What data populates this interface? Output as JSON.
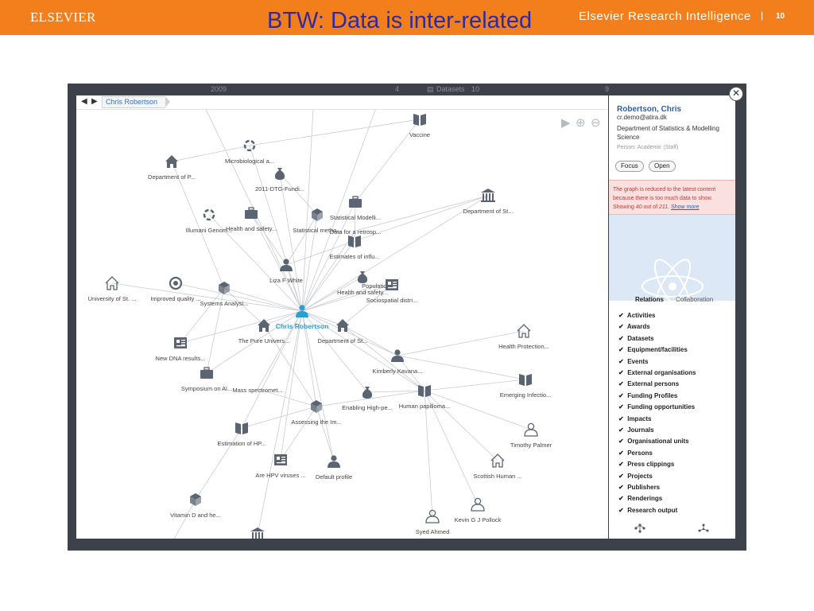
{
  "header": {
    "logo": "ELSEVIER",
    "title": "BTW: Data is inter-related",
    "brand": "Elsevier Research Intelligence",
    "separator": "|",
    "page_number": "10"
  },
  "strip": {
    "year": "2009",
    "count_a": "4",
    "datasets_label": "Datasets",
    "datasets_count": "10",
    "count_b": "9"
  },
  "graph": {
    "nav_back": "◀",
    "nav_forward": "▶",
    "breadcrumb": "Chris Robertson",
    "nodes": [
      {
        "label": "Vaccine",
        "icon": "book",
        "color": "#5a6472"
      },
      {
        "label": "Microbiological a...",
        "icon": "ring",
        "color": "#5a6472"
      },
      {
        "label": "Department of P...",
        "icon": "house",
        "color": "#5a6472"
      },
      {
        "label": "2011-DTG-Fundi...",
        "icon": "bag",
        "color": "#5a6472"
      },
      {
        "label": "Illumani Genom...",
        "icon": "ring",
        "color": "#5a6472"
      },
      {
        "label": "Health and safety...",
        "icon": "briefcase",
        "color": "#5a6472"
      },
      {
        "label": "Statistical metho...",
        "icon": "cube",
        "color": "#5a6472"
      },
      {
        "label": "Statistical Modelli...",
        "icon": "briefcase",
        "color": "#5a6472"
      },
      {
        "label": "Department of St...",
        "icon": "bank",
        "color": "#5a6472"
      },
      {
        "label": "Data for a retrosp...",
        "icon": "",
        "color": "#5a6472"
      },
      {
        "label": "Estimates of influ...",
        "icon": "book",
        "color": "#5a6472"
      },
      {
        "label": "Liza F White",
        "icon": "person",
        "color": "#5a6472"
      },
      {
        "label": "University of St. ...",
        "icon": "house-outline",
        "color": "#5a6472"
      },
      {
        "label": "Improved quality ...",
        "icon": "target",
        "color": "#5a6472"
      },
      {
        "label": "Systems Analysi...",
        "icon": "cube",
        "color": "#5a6472"
      },
      {
        "label": "Health and safety...",
        "icon": "bag",
        "color": "#5a6472"
      },
      {
        "label": "Population h",
        "icon": "",
        "color": "#5a6472"
      },
      {
        "label": "Sociospatial distri...",
        "icon": "news",
        "color": "#5a6472"
      },
      {
        "label": "Chris Robertson",
        "icon": "person",
        "color": "#2a9fd0"
      },
      {
        "label": "The Pure Univers...",
        "icon": "house",
        "color": "#5a6472"
      },
      {
        "label": "Department of St...",
        "icon": "house",
        "color": "#5a6472"
      },
      {
        "label": "Health Protection...",
        "icon": "house-outline",
        "color": "#5a6472"
      },
      {
        "label": "New DNA results...",
        "icon": "news",
        "color": "#5a6472"
      },
      {
        "label": "Kimberly Kavana...",
        "icon": "person",
        "color": "#5a6472"
      },
      {
        "label": "Symposium on Al...",
        "icon": "briefcase",
        "color": "#5a6472"
      },
      {
        "label": "Emerging Infectio...",
        "icon": "book",
        "color": "#5a6472"
      },
      {
        "label": "Mass spectromet...",
        "icon": "",
        "color": "#5a6472"
      },
      {
        "label": "Enabling High-pe...",
        "icon": "bag",
        "color": "#5a6472"
      },
      {
        "label": "Human papilloma...",
        "icon": "book",
        "color": "#5a6472"
      },
      {
        "label": "Assessing the Im...",
        "icon": "cube",
        "color": "#5a6472"
      },
      {
        "label": "Estimation of HP...",
        "icon": "book",
        "color": "#5a6472"
      },
      {
        "label": "Timothy Palmer",
        "icon": "person-outline",
        "color": "#5a6472"
      },
      {
        "label": "Are HPV viruses ...",
        "icon": "news",
        "color": "#5a6472"
      },
      {
        "label": "Default profile",
        "icon": "person",
        "color": "#5a6472"
      },
      {
        "label": "Scottish Human ...",
        "icon": "house-outline",
        "color": "#5a6472"
      },
      {
        "label": "Vitamin D and he...",
        "icon": "cube",
        "color": "#5a6472"
      },
      {
        "label": "Kevin G J Pollock",
        "icon": "person-outline",
        "color": "#5a6472"
      },
      {
        "label": "Syed Ahmed",
        "icon": "person-outline",
        "color": "#5a6472"
      },
      {
        "label": "",
        "icon": "bank",
        "color": "#5a6472"
      }
    ]
  },
  "tools": {
    "play": "▶",
    "zoom_in": "⊕",
    "zoom_out": "⊖"
  },
  "panel": {
    "close": "✕",
    "name": "Robertson, Chris",
    "email": "cr.demo@atira.dk",
    "department": "Department of Statistics & Modelling Science",
    "role": "Person: Academic (Staff)",
    "focus_button": "Focus",
    "open_button": "Open",
    "alert_prefix": "The graph is reduced to the latest content because there is too much data to show. Showing ",
    "alert_shown": "40",
    "alert_mid": " out of ",
    "alert_total": "211",
    "alert_suffix": ".",
    "show_more": "Show more",
    "tab_relations": "Relations",
    "tab_collaboration": "Collaboration",
    "checkbox_mark": "✔",
    "checkboxes": [
      "Activities",
      "Awards",
      "Datasets",
      "Equipment/facilities",
      "Events",
      "External organisations",
      "External persons",
      "Funding Profiles",
      "Funding opportunities",
      "Impacts",
      "Journals",
      "Organisational units",
      "Persons",
      "Press clippings",
      "Projects",
      "Publishers",
      "Renderings",
      "Research output"
    ]
  },
  "colors": {
    "header_bg": "#f37f1c",
    "title": "#2b2ba8",
    "frame": "#3d4149",
    "center_node": "#2a9fd0",
    "node": "#5a6472",
    "edge": "#c9ccd1",
    "link": "#2f5fa8",
    "alert_bg": "#fbe0e0",
    "alert_text": "#c23a3a"
  }
}
